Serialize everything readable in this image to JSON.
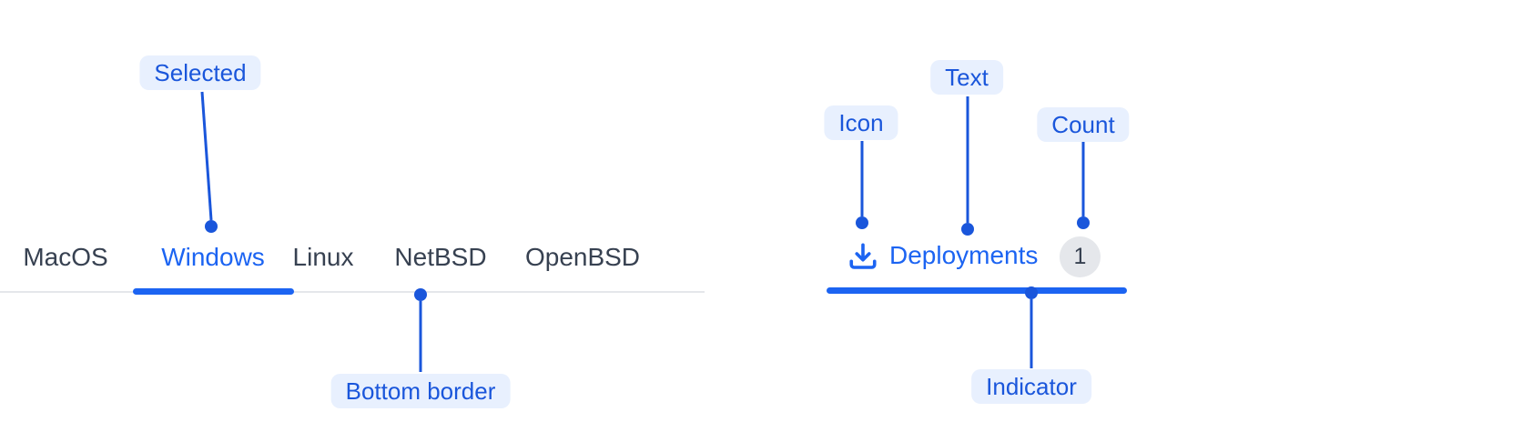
{
  "colors": {
    "canvas-bg": "#FFFFFF",
    "accent": "#1C64F2",
    "connector": "#1A56DB",
    "label-bg": "#E8F0FE",
    "label-text": "#1A56DB",
    "tab-text": "#374151",
    "divider": "#E5E7EB",
    "badge-bg": "#E5E7EB",
    "badge-text": "#374151"
  },
  "tabs_demo": {
    "tabs": [
      {
        "label": "MacOS",
        "selected": false
      },
      {
        "label": "Windows",
        "selected": true
      },
      {
        "label": "Linux",
        "selected": false
      },
      {
        "label": "NetBSD",
        "selected": false
      },
      {
        "label": "OpenBSD",
        "selected": false
      }
    ]
  },
  "deployment_tab": {
    "icon": "download-icon",
    "label": "Deployments",
    "count": "1"
  },
  "annotations": {
    "selected": "Selected",
    "bottom_border": "Bottom border",
    "icon": "Icon",
    "text": "Text",
    "count": "Count",
    "indicator": "Indicator"
  }
}
